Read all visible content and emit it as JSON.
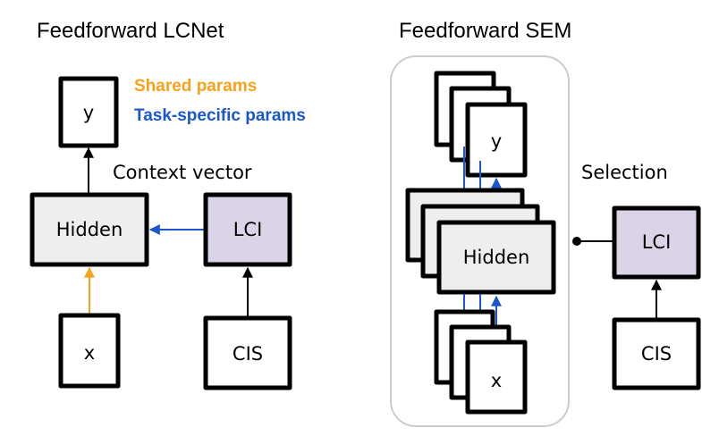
{
  "colors": {
    "shared": "#f7a21b",
    "task_specific": "#1a57cc",
    "hidden_fill": "#eeeeee",
    "lci_fill": "#dbd3e8",
    "node_fill": "#ffffff",
    "container_stroke": "#cccccc"
  },
  "left_panel": {
    "title": "Feedforward LCNet",
    "legend": {
      "shared": "Shared params",
      "task_specific": "Task-specific params"
    },
    "edge_label": "Context vector",
    "nodes": {
      "y": "y",
      "hidden": "Hidden",
      "lci": "LCI",
      "x": "x",
      "cis": "CIS"
    }
  },
  "right_panel": {
    "title": "Feedforward SEM",
    "edge_label": "Selection",
    "nodes": {
      "y": "y",
      "hidden": "Hidden",
      "lci": "LCI",
      "x": "x",
      "cis": "CIS"
    },
    "stack_count": 3
  }
}
